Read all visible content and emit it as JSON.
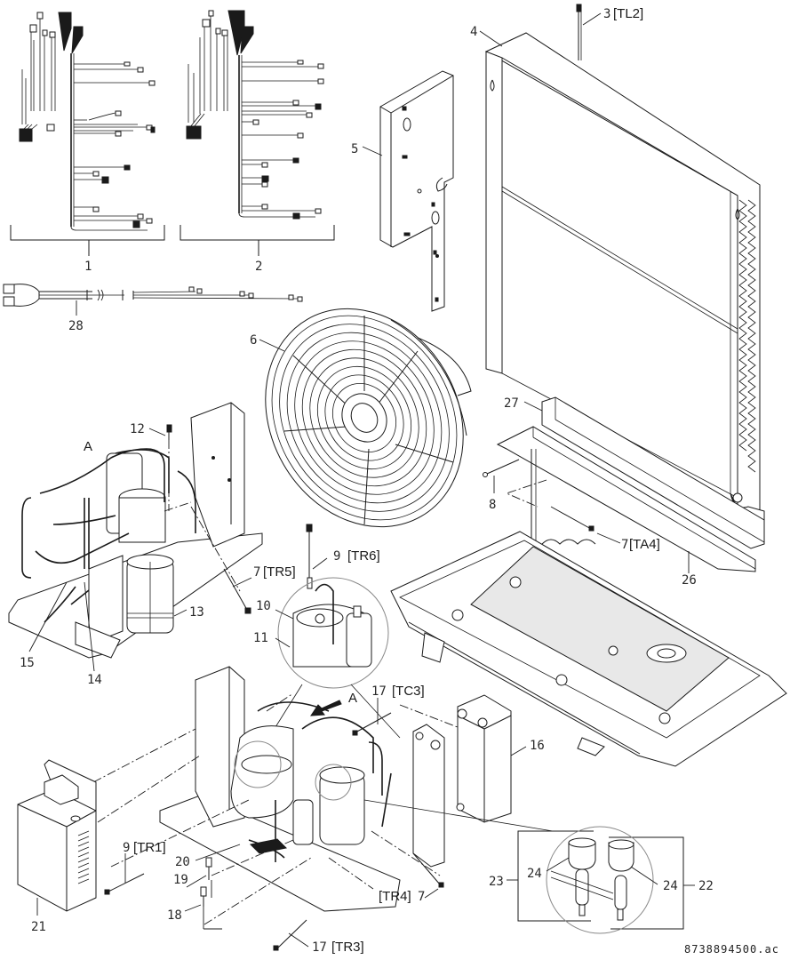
{
  "diagram": {
    "type": "exploded-parts-view",
    "document_id": "8738894500.ac",
    "view_marker": "A",
    "callouts": [
      {
        "num": "1",
        "tag": ""
      },
      {
        "num": "2",
        "tag": ""
      },
      {
        "num": "3",
        "tag": "[TL2]"
      },
      {
        "num": "4",
        "tag": ""
      },
      {
        "num": "5",
        "tag": ""
      },
      {
        "num": "6",
        "tag": ""
      },
      {
        "num": "7",
        "tag": "[TA4]"
      },
      {
        "num": "7",
        "tag": "[TR5]"
      },
      {
        "num": "7",
        "tag": "[TR4]"
      },
      {
        "num": "8",
        "tag": ""
      },
      {
        "num": "9",
        "tag": "[TR6]"
      },
      {
        "num": "9",
        "tag": "[TR1]"
      },
      {
        "num": "10",
        "tag": ""
      },
      {
        "num": "11",
        "tag": ""
      },
      {
        "num": "12",
        "tag": ""
      },
      {
        "num": "13",
        "tag": ""
      },
      {
        "num": "14",
        "tag": ""
      },
      {
        "num": "15",
        "tag": ""
      },
      {
        "num": "16",
        "tag": ""
      },
      {
        "num": "17",
        "tag": "[TC3]"
      },
      {
        "num": "17",
        "tag": "[TR3]"
      },
      {
        "num": "18",
        "tag": ""
      },
      {
        "num": "19",
        "tag": ""
      },
      {
        "num": "20",
        "tag": ""
      },
      {
        "num": "21",
        "tag": ""
      },
      {
        "num": "22",
        "tag": ""
      },
      {
        "num": "23",
        "tag": ""
      },
      {
        "num": "24",
        "tag": ""
      },
      {
        "num": "24",
        "tag": ""
      },
      {
        "num": "26",
        "tag": ""
      },
      {
        "num": "27",
        "tag": ""
      },
      {
        "num": "28",
        "tag": ""
      }
    ],
    "parts": {
      "harness_1": "wiring-harness",
      "harness_2": "wiring-harness",
      "sensor_3": "temperature-sensor",
      "coil_4": "heat-exchanger-coil",
      "panel_5": "mounting-panel",
      "fan_6": "fan-assembly",
      "cable_28": "connection-cable",
      "compressor_11": "compressor",
      "receiver_13": "receiver",
      "plate_hx_16": "plate-heat-exchanger",
      "control_box_21": "control-box",
      "valve_22": "service-valve",
      "valve_23": "service-valve",
      "base_26": "base-tray",
      "insulation_27": "insulation-strip"
    }
  }
}
